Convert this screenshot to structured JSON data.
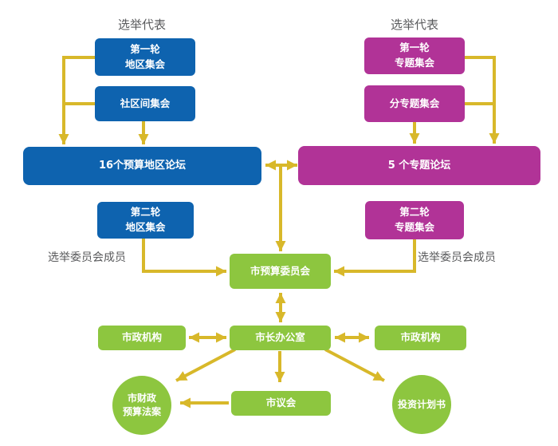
{
  "colors": {
    "blue": "#0e63af",
    "magenta": "#b13397",
    "green": "#8dc63f",
    "arrow": "#d8b82a",
    "label_text": "#58595b"
  },
  "labels": {
    "top_left": "选举代表",
    "top_right": "选举代表",
    "side_left": "选举委员会成员",
    "side_right": "选举委员会成员"
  },
  "nodes": {
    "district_round1": {
      "line1": "第一轮",
      "line2": "地区集会"
    },
    "inter_community": "社区间集会",
    "district_forums": "16个预算地区论坛",
    "district_round2": {
      "line1": "第二轮",
      "line2": "地区集会"
    },
    "thematic_round1": {
      "line1": "第一轮",
      "line2": "专题集会"
    },
    "sub_thematic": "分专题集会",
    "thematic_forums": "5 个专题论坛",
    "thematic_round2": {
      "line1": "第二轮",
      "line2": "专题集会"
    },
    "budget_committee": "市预算委员会",
    "agency_left": "市政机构",
    "mayor_office": "市长办公室",
    "agency_right": "市政机构",
    "budget_bill": {
      "line1": "市财政",
      "line2": "预算法案"
    },
    "city_council": "市议会",
    "investment_plan": "投资计划书"
  }
}
